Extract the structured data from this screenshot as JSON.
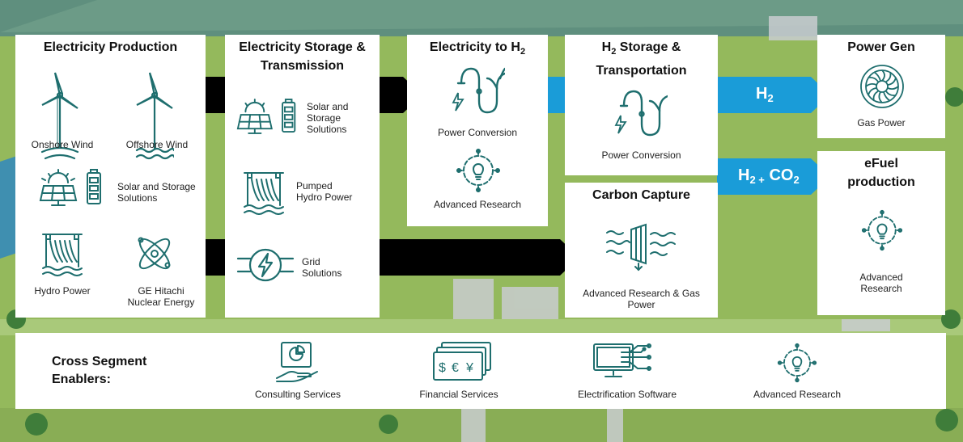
{
  "colors": {
    "teal": "#1e6e6e",
    "blue": "#1a9cd8",
    "black": "#000000",
    "bg_green": "#8fb35a"
  },
  "production": {
    "title": "Electricity Production",
    "items": [
      {
        "label": "Onshore Wind",
        "icon": "onshore-wind-icon"
      },
      {
        "label": "Offshore Wind",
        "icon": "offshore-wind-icon"
      },
      {
        "label": "Solar and Storage Solutions",
        "icon": "solar-storage-icon"
      },
      {
        "label": "Hydro Power",
        "icon": "hydro-dam-icon"
      },
      {
        "label": "GE Hitachi Nuclear Energy",
        "icon": "atom-icon"
      }
    ]
  },
  "storage": {
    "title": "Electricity Storage & Transmission",
    "items": [
      {
        "label": "Solar and Storage Solutions",
        "icon": "solar-storage-icon"
      },
      {
        "label": "Pumped Hydro Power",
        "icon": "hydro-dam-icon"
      },
      {
        "label": "Grid Solutions",
        "icon": "lightning-circle-icon"
      }
    ]
  },
  "to_h2": {
    "title_prefix": "Electricity to H",
    "title_sub": "2",
    "items": [
      {
        "label": "Power Conversion",
        "icon": "power-conversion-icon"
      },
      {
        "label": "Advanced Research",
        "icon": "research-bulb-icon"
      }
    ]
  },
  "h2_storage": {
    "title_prefix": "H",
    "title_sub": "2",
    "title_suffix": " Storage & Transportation",
    "items": [
      {
        "label": "Power Conversion",
        "icon": "power-conversion-icon"
      }
    ]
  },
  "carbon": {
    "title": "Carbon Capture",
    "items": [
      {
        "label": "Advanced Research & Gas Power",
        "icon": "carbon-filter-icon"
      }
    ]
  },
  "power_gen": {
    "title": "Power Gen",
    "items": [
      {
        "label": "Gas Power",
        "icon": "turbine-icon"
      }
    ]
  },
  "efuel": {
    "title": "eFuel production",
    "items": [
      {
        "label": "Advanced Research",
        "icon": "research-bulb-icon"
      }
    ]
  },
  "arrows": {
    "h2": {
      "main": "H",
      "sub": "2"
    },
    "h2co2": {
      "main": "H",
      "sub": "2 +",
      "suffix": " CO",
      "sub2": "2"
    }
  },
  "enablers": {
    "title": "Cross Segment Enablers:",
    "items": [
      {
        "label": "Consulting Services",
        "icon": "consulting-icon"
      },
      {
        "label": "Financial Services",
        "icon": "money-icon"
      },
      {
        "label": "Electrification Software",
        "icon": "software-monitor-icon"
      },
      {
        "label": "Advanced Research",
        "icon": "research-bulb-icon"
      }
    ]
  }
}
